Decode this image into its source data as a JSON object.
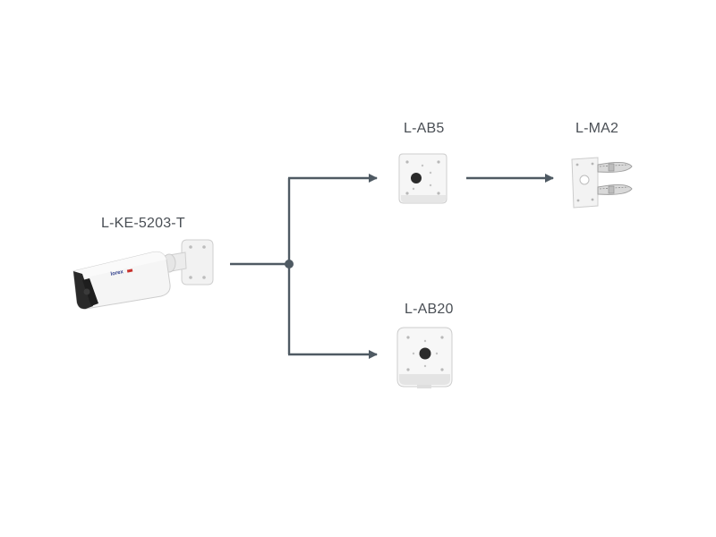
{
  "products": {
    "camera": {
      "label": "L-KE-5203-T",
      "logo_text": "lorex"
    },
    "junction_box_small": {
      "label": "L-AB5"
    },
    "pole_mount": {
      "label": "L-MA2"
    },
    "junction_box_large": {
      "label": "L-AB20"
    }
  },
  "colors": {
    "connector": "#4f5a63",
    "label_text": "#4a4f55",
    "product_body": "#f4f4f4",
    "product_shadow": "#cfcfcf",
    "lens_dark": "#1e1e1e",
    "brand_accent": "#c8322d"
  },
  "icons": {
    "camera": "bullet-camera-icon",
    "junction_box_small": "junction-box-icon",
    "pole_mount": "pole-mount-bracket-icon",
    "junction_box_large": "junction-box-icon"
  }
}
